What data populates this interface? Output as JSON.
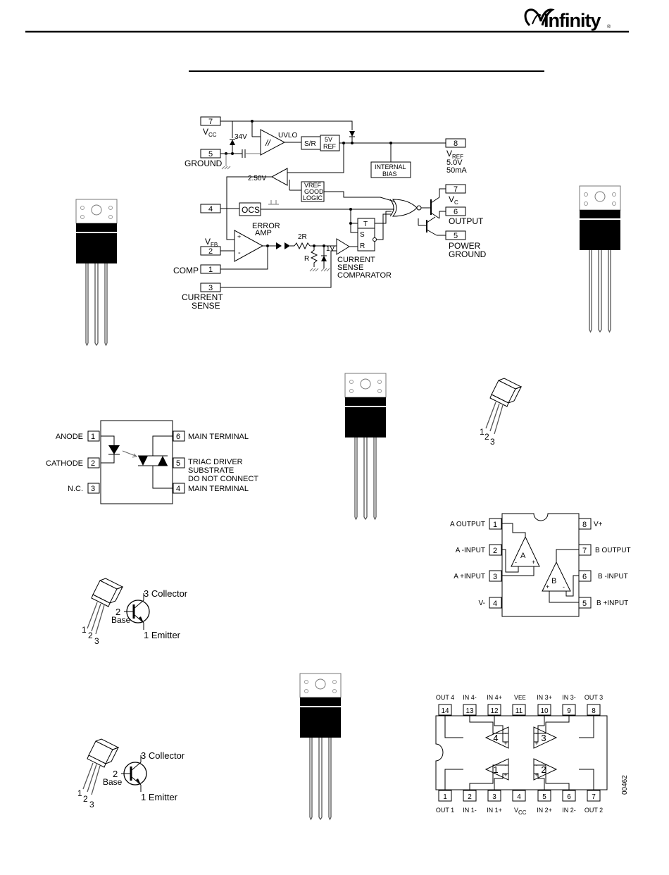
{
  "brand": {
    "name": "Infinity",
    "reg": "®",
    "logo_icon": "infinity-swirl-icon"
  },
  "controller": {
    "vcc_pin": "7",
    "vcc_label": "V",
    "vcc_sub": "CC",
    "ground_pin": "5",
    "ground_label": "GROUND",
    "zener": "34V",
    "uvlo": "UVLO",
    "hyst": "//",
    "sr": "S/R",
    "ref5_a": "5V",
    "ref5_b": "REF",
    "vref_pin": "8",
    "vref_label": "V",
    "vref_sub": "REF",
    "vref_volt": "5.0V",
    "vref_curr": "50mA",
    "bias_a": "INTERNAL",
    "bias_b": "BIAS",
    "v250": "2.50V",
    "good_a": "VREF",
    "good_b": "GOOD",
    "good_c": "LOGIC",
    "ocs_pin": "4",
    "ocs": "OCS",
    "err_a": "ERROR",
    "err_b": "AMP",
    "vfb_pin": "2",
    "vfb_label": "V",
    "vfb_sub": "FB",
    "plus": "+",
    "minus": "-",
    "comp_pin": "1",
    "comp_label": "COMP",
    "cs_pin": "3",
    "cs_a": "CURRENT",
    "cs_b": "SENSE",
    "r2": "2R",
    "r1": "R",
    "v1": "1V",
    "csc_a": "CURRENT",
    "csc_b": "SENSE",
    "csc_c": "COMPARATOR",
    "t": "T",
    "s": "S",
    "r": "R",
    "vc_pin": "7",
    "vc_label": "V",
    "vc_sub": "C",
    "out_pin": "6",
    "out_label": "OUTPUT",
    "pg_pin": "5",
    "pg_a": "POWER",
    "pg_b": "GROUND"
  },
  "optocoupler": {
    "left": [
      {
        "n": "1",
        "label": "ANODE"
      },
      {
        "n": "2",
        "label": "CATHODE"
      },
      {
        "n": "3",
        "label": "N.C."
      }
    ],
    "right": [
      {
        "n": "6",
        "label": "MAIN TERMINAL"
      },
      {
        "n": "5",
        "label": "TRIAC DRIVER"
      },
      {
        "n": "4",
        "label": "MAIN TERMINAL"
      }
    ],
    "sub_a": "SUBSTRATE",
    "sub_b": "DO NOT CONNECT"
  },
  "to92_pins": [
    "1",
    "2",
    "3"
  ],
  "transistors": [
    {
      "collector": "3 Collector",
      "base_n": "2",
      "base": "Base",
      "emitter": "1 Emitter"
    },
    {
      "collector": "3 Collector",
      "base_n": "2",
      "base": "Base",
      "emitter": "1 Emitter"
    }
  ],
  "dual_opamp": {
    "left": [
      {
        "n": "1",
        "label": "A OUTPUT"
      },
      {
        "n": "2",
        "label": "A -INPUT"
      },
      {
        "n": "3",
        "label": "A +INPUT"
      },
      {
        "n": "4",
        "label": "V-"
      }
    ],
    "right": [
      {
        "n": "8",
        "label": "V+"
      },
      {
        "n": "7",
        "label": "B OUTPUT"
      },
      {
        "n": "6",
        "label": "B -INPUT"
      },
      {
        "n": "5",
        "label": "B +INPUT"
      }
    ],
    "amp_a": "A",
    "amp_b": "B"
  },
  "quad_opamp": {
    "top": [
      {
        "n": "14",
        "label": "OUT 4"
      },
      {
        "n": "13",
        "label": "IN 4-"
      },
      {
        "n": "12",
        "label": "IN 4+"
      },
      {
        "n": "11",
        "label": "V",
        "sub": "EE"
      },
      {
        "n": "10",
        "label": "IN 3+"
      },
      {
        "n": "9",
        "label": "IN 3-"
      },
      {
        "n": "8",
        "label": "OUT 3"
      }
    ],
    "bottom": [
      {
        "n": "1",
        "label": "OUT 1"
      },
      {
        "n": "2",
        "label": "IN 1-"
      },
      {
        "n": "3",
        "label": "IN 1+"
      },
      {
        "n": "4",
        "label": "V",
        "sub": "CC"
      },
      {
        "n": "5",
        "label": "IN 2+"
      },
      {
        "n": "6",
        "label": "IN 2-"
      },
      {
        "n": "7",
        "label": "OUT 2"
      }
    ],
    "amps": [
      "4",
      "3",
      "1",
      "2"
    ],
    "code": "00462"
  }
}
